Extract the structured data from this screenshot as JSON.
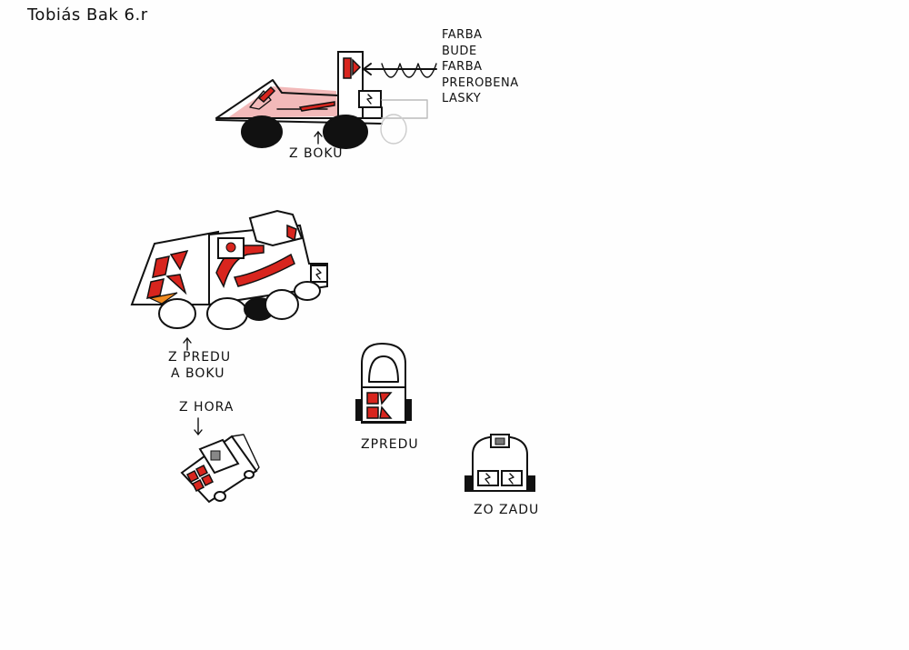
{
  "author": "Tobiás Bak 6.r",
  "labels": {
    "side_view": "Z BOKU",
    "front_side_view_line1": "Z PREDU",
    "front_side_view_line2": "A BOKU",
    "top_view": "Z HORA",
    "front_view": "ZPREDU",
    "back_view": "ZO ZADU"
  },
  "notes": [
    "FARBA",
    "BUDE",
    "FARBA",
    "PREROBENA",
    "LASKY"
  ],
  "colors": {
    "ink": "#111111",
    "red": "#d8251e",
    "pink": "#f2b9b9",
    "paper": "#fefefe"
  }
}
